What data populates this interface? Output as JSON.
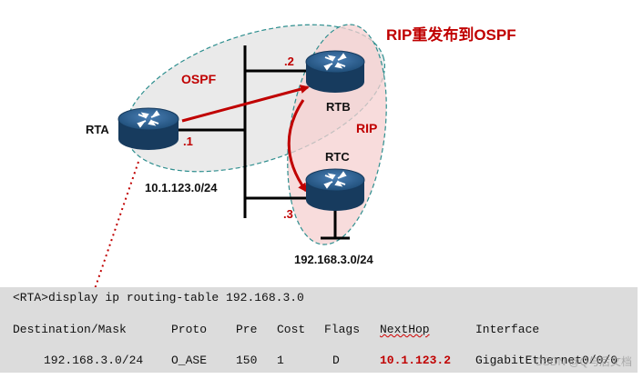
{
  "title": "RIP重发布到OSPF",
  "areas": {
    "ospf": "OSPF",
    "rip": "RIP"
  },
  "routers": {
    "rta": "RTA",
    "rtb": "RTB",
    "rtc": "RTC"
  },
  "interfaces": {
    "rta": ".1",
    "rtb": ".2",
    "rtc": ".3"
  },
  "networks": {
    "shared": "10.1.123.0/24",
    "rip_lan": "192.168.3.0/24"
  },
  "terminal": {
    "command": "<RTA>display ip routing-table 192.168.3.0",
    "headers": {
      "dest": "Destination/Mask",
      "proto": "Proto",
      "pre": "Pre",
      "cost": "Cost",
      "flags": "Flags",
      "nexthop": "NextHop",
      "interface": "Interface"
    },
    "row": {
      "dest": "192.168.3.0/24",
      "proto": "O_ASE",
      "pre": "150",
      "cost": "1",
      "flags": "D",
      "nexthop": "10.1.123.2",
      "interface": "GigabitEthernet0/0/0"
    }
  },
  "watermark": "CSDN @Q与后文档",
  "colors": {
    "accent_red": "#c00000",
    "router_blue": "#1f4e79",
    "terminal_bg": "#dcdcdc"
  }
}
